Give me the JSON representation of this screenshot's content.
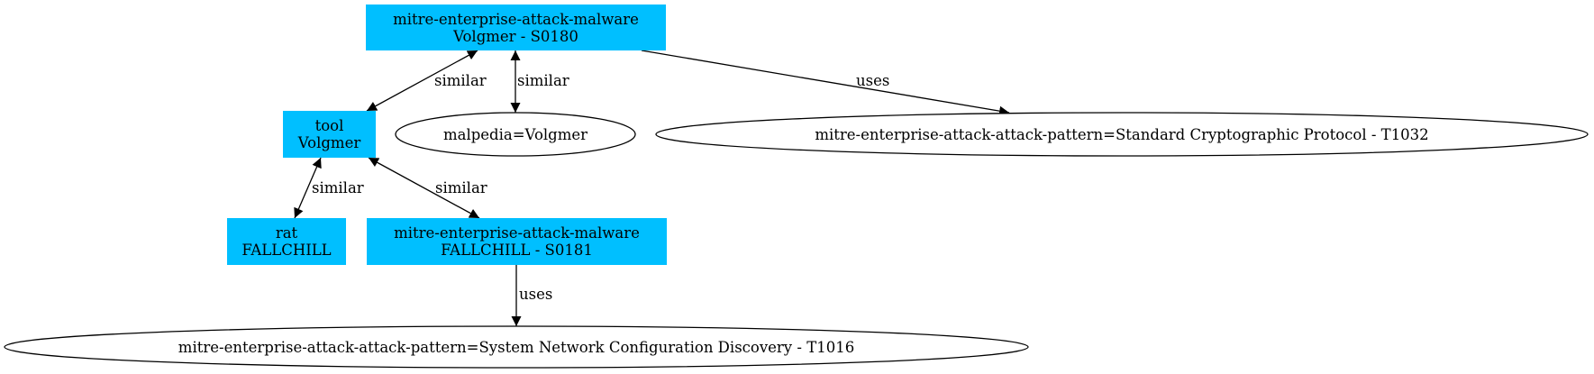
{
  "colors": {
    "box_fill": "#00BFFF",
    "stroke": "#000000",
    "background": "#FFFFFF"
  },
  "nodes": {
    "malware_volgmer": {
      "shape": "box",
      "lines": [
        "mitre-enterprise-attack-malware",
        "Volgmer - S0180"
      ]
    },
    "tool_volgmer": {
      "shape": "box",
      "lines": [
        "tool",
        "Volgmer"
      ]
    },
    "malpedia_volgmer": {
      "shape": "ellipse",
      "lines": [
        "malpedia=Volgmer"
      ]
    },
    "pattern_t1032": {
      "shape": "ellipse",
      "lines": [
        "mitre-enterprise-attack-attack-pattern=Standard Cryptographic Protocol - T1032"
      ]
    },
    "rat_fallchill": {
      "shape": "box",
      "lines": [
        "rat",
        "FALLCHILL"
      ]
    },
    "malware_fallchill": {
      "shape": "box",
      "lines": [
        "mitre-enterprise-attack-malware",
        "FALLCHILL - S0181"
      ]
    },
    "pattern_t1016": {
      "shape": "ellipse",
      "lines": [
        "mitre-enterprise-attack-attack-pattern=System Network Configuration Discovery - T1016"
      ]
    }
  },
  "edges": [
    {
      "from": "malware_volgmer",
      "to": "tool_volgmer",
      "label": "similar",
      "direction": "both"
    },
    {
      "from": "malware_volgmer",
      "to": "malpedia_volgmer",
      "label": "similar",
      "direction": "both"
    },
    {
      "from": "malware_volgmer",
      "to": "pattern_t1032",
      "label": "uses",
      "direction": "forward"
    },
    {
      "from": "tool_volgmer",
      "to": "rat_fallchill",
      "label": "similar",
      "direction": "both"
    },
    {
      "from": "tool_volgmer",
      "to": "malware_fallchill",
      "label": "similar",
      "direction": "both"
    },
    {
      "from": "malware_fallchill",
      "to": "pattern_t1016",
      "label": "uses",
      "direction": "forward"
    }
  ]
}
